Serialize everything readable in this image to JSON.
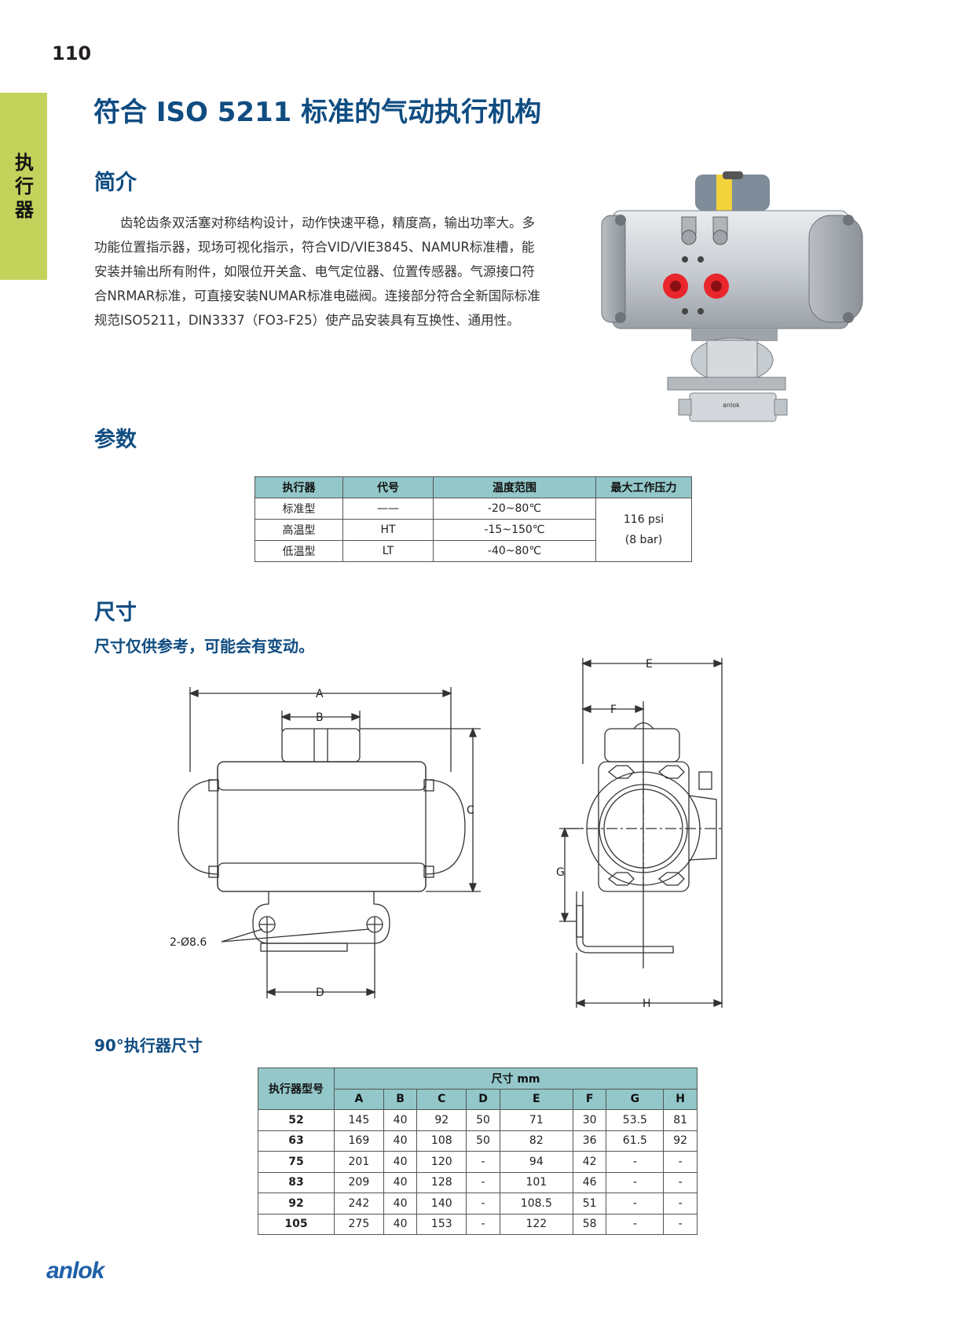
{
  "page_number": "110",
  "side_tab": "执行器",
  "title": "符合 ISO 5211 标准的气动执行机构",
  "intro": {
    "heading": "简介",
    "text": "齿轮齿条双活塞对称结构设计，动作快速平稳，精度高，输出功率大。多功能位置指示器，现场可视化指示，符合VID/VIE3845、NAMUR标准槽，能安装并输出所有附件，如限位开关盒、电气定位器、位置传感器。气源接口符合NRMAR标准，可直接安装NUMAR标准电磁阀。连接部分符合全新国际标准规范ISO5211，DIN3337（FO3-F25）使产品安装具有互换性、通用性。"
  },
  "photo": {
    "valve_marking": "anlok"
  },
  "params": {
    "heading": "参数",
    "headers": [
      "执行器",
      "代号",
      "温度范围",
      "最大工作压力"
    ],
    "rows": [
      [
        "标准型",
        "——",
        "-20~80℃"
      ],
      [
        "高温型",
        "HT",
        "-15~150℃"
      ],
      [
        "低温型",
        "LT",
        "-40~80℃"
      ]
    ],
    "pressure_line1": "116 psi",
    "pressure_line2": "(8 bar)"
  },
  "dimensions": {
    "heading": "尺寸",
    "note": "尺寸仅供参考，可能会有变动。",
    "drawing_labels": {
      "A": "A",
      "B": "B",
      "C": "C",
      "D": "D",
      "E": "E",
      "F": "F",
      "G": "G",
      "H": "H",
      "holes": "2-Ø8.6"
    },
    "table_title": "90°执行器尺寸",
    "model_header": "执行器型号",
    "size_header": "尺寸 mm",
    "columns": [
      "A",
      "B",
      "C",
      "D",
      "E",
      "F",
      "G",
      "H"
    ],
    "rows": [
      [
        "52",
        "145",
        "40",
        "92",
        "50",
        "71",
        "30",
        "53.5",
        "81"
      ],
      [
        "63",
        "169",
        "40",
        "108",
        "50",
        "82",
        "36",
        "61.5",
        "92"
      ],
      [
        "75",
        "201",
        "40",
        "120",
        "-",
        "94",
        "42",
        "-",
        "-"
      ],
      [
        "83",
        "209",
        "40",
        "128",
        "-",
        "101",
        "46",
        "-",
        "-"
      ],
      [
        "92",
        "242",
        "40",
        "140",
        "-",
        "108.5",
        "51",
        "-",
        "-"
      ],
      [
        "105",
        "275",
        "40",
        "153",
        "-",
        "122",
        "58",
        "-",
        "-"
      ]
    ]
  },
  "brand": "anlok",
  "colors": {
    "heading_blue": "#0f4c81",
    "side_tab": "#c3d25b",
    "table_header": "#93c7c9",
    "port_red": "#e8262c"
  }
}
